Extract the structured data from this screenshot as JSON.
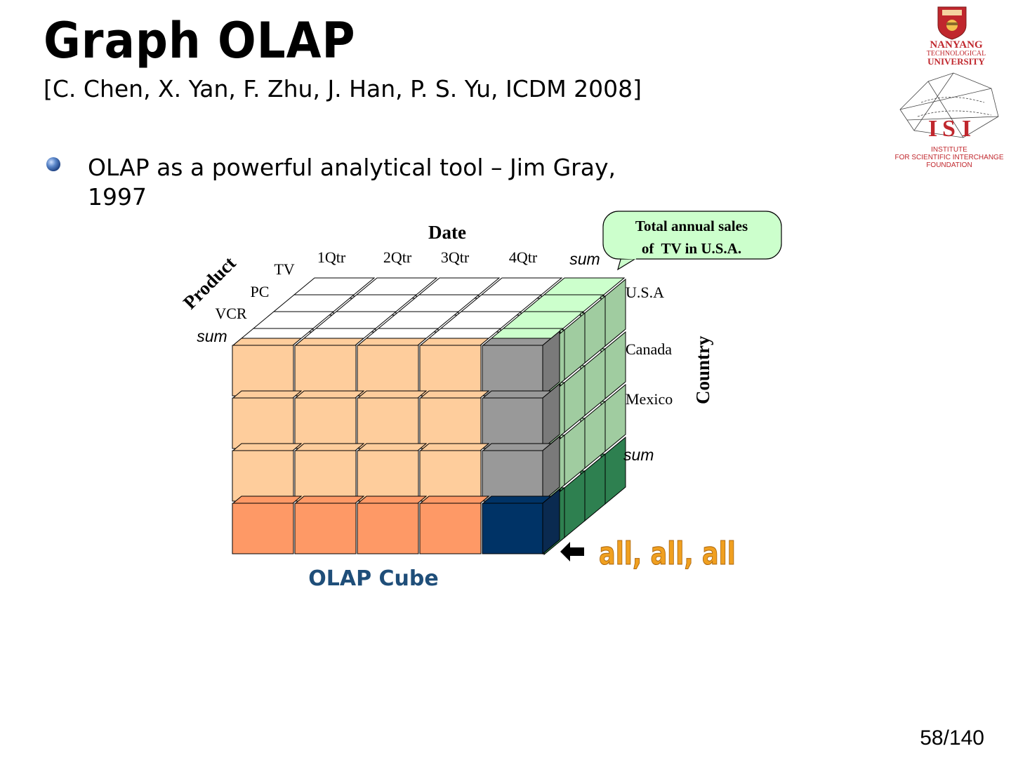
{
  "slide": {
    "title": "Graph OLAP",
    "citation": "[C. Chen, X. Yan, F. Zhu, J. Han, P. S. Yu, ICDM 2008]",
    "bullet": "OLAP as a powerful analytical tool – Jim Gray, 1997",
    "page_number": "58/140"
  },
  "logo": {
    "university": [
      "NANYANG",
      "TECHNOLOGICAL",
      "UNIVERSITY"
    ],
    "institute": [
      "INSTITUTE",
      "FOR SCIENTIFIC INTERCHANGE",
      "FOUNDATION"
    ]
  },
  "cube": {
    "date_axis_label": "Date",
    "quarters": [
      "1Qtr",
      "2Qtr",
      "3Qtr",
      "4Qtr"
    ],
    "date_sum": "sum",
    "product_axis_label": "Product",
    "products": [
      "TV",
      "PC",
      "VCR"
    ],
    "product_sum": "sum",
    "country_axis_label": "Country",
    "countries": [
      "U.S.A",
      "Canada",
      "Mexico"
    ],
    "country_sum": "sum",
    "callout": [
      "Total annual sales",
      "of  TV in U.S.A."
    ],
    "all_label": "all, all, all",
    "caption": "OLAP Cube",
    "colors": {
      "front_face": "#fecd9c",
      "front_bottom": "#fe9966",
      "sum_column": "#999999",
      "grand_total": "#003366",
      "green_light": "#ccffcc",
      "green_side": "#a0cca0",
      "green_dark": "#2e8050",
      "caption": "#1f4e79",
      "all_label": "#f0a020"
    }
  }
}
